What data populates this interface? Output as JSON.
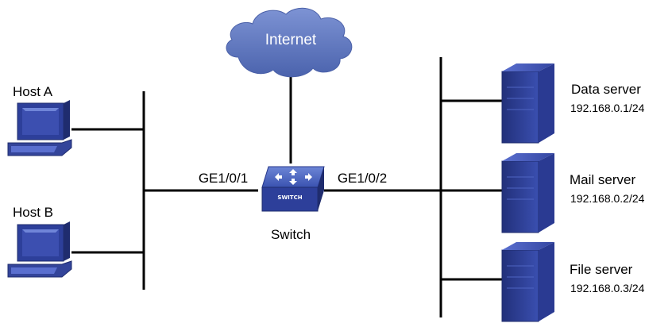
{
  "internet": {
    "label": "Internet"
  },
  "switch": {
    "label": "Switch",
    "badge": "SWITCH",
    "port_left": "GE1/0/1",
    "port_right": "GE1/0/2"
  },
  "hosts": [
    {
      "name": "Host A"
    },
    {
      "name": "Host B"
    }
  ],
  "servers": [
    {
      "name": "Data server",
      "ip": "192.168.0.1/24"
    },
    {
      "name": "Mail server",
      "ip": "192.168.0.2/24"
    },
    {
      "name": "File server",
      "ip": "192.168.0.3/24"
    }
  ],
  "colors": {
    "cloud": "#5b73b8",
    "device_front": "#33449a",
    "device_side": "#1f2c6e",
    "screen": "#3c4fb0"
  }
}
